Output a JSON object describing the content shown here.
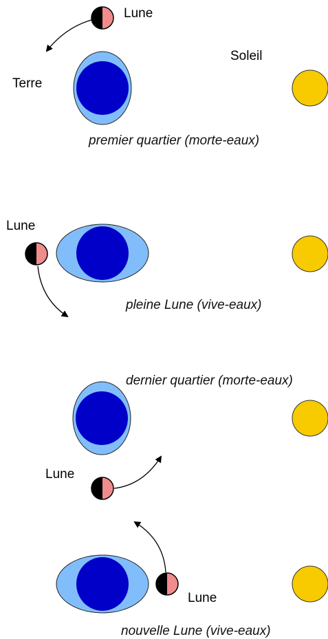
{
  "colors": {
    "earth_ocean": "#82bdfb",
    "earth_core": "#0000c8",
    "sun": "#f8ca00",
    "moon_lit": "#f08c8c",
    "moon_dark": "#000000"
  },
  "panels": [
    {
      "caption": "premier quartier (morte-eaux)",
      "moon_label": "Lune",
      "sun_label": "Soleil",
      "earth_label": "Terre"
    },
    {
      "caption": "pleine Lune (vive-eaux)",
      "moon_label": "Lune"
    },
    {
      "caption": "dernier quartier (morte-eaux)",
      "moon_label": "Lune"
    },
    {
      "caption": "nouvelle Lune (vive-eaux)",
      "moon_label": "Lune"
    }
  ]
}
